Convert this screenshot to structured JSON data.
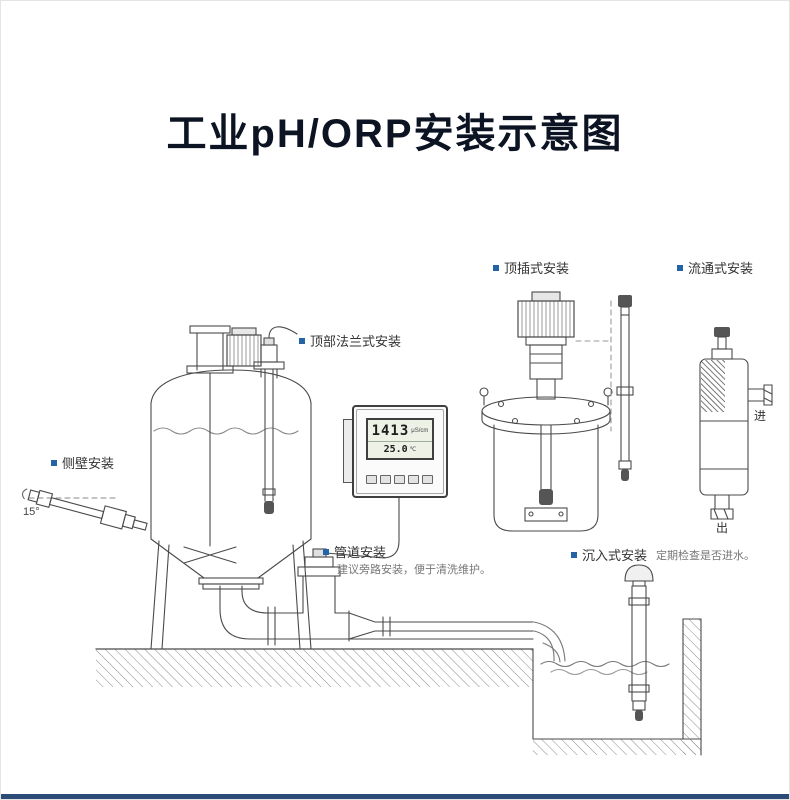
{
  "page": {
    "title": "工业pH/ORP安装示意图"
  },
  "colors": {
    "accent_blue": "#2563a8",
    "footer_line": "#2c4b77",
    "line_art": "#4a4a4a"
  },
  "labels": {
    "top_insert": "顶插式安装",
    "flow_through": "流通式安装",
    "top_flange": "顶部法兰式安装",
    "side_wall": "侧壁安装",
    "pipeline": "管道安装",
    "pipeline_note": "建议旁路安装，便于清洗维护。",
    "submersion": "沉入式安装",
    "submersion_note": "定期检查是否进水。",
    "angle": "15°",
    "inlet": "进",
    "outlet": "出"
  },
  "meter": {
    "primary_reading": "1413",
    "primary_unit": "μS/cm",
    "secondary_reading": "25.0",
    "secondary_unit": "℃"
  }
}
